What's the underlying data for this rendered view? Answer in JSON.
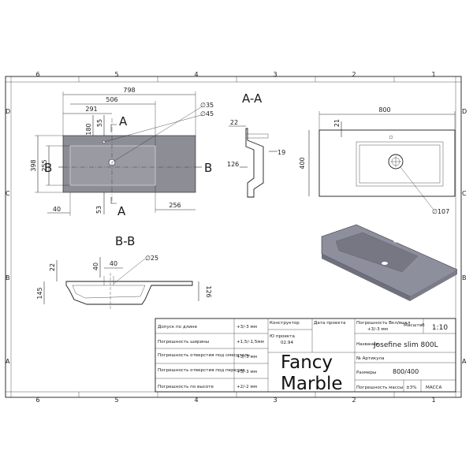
{
  "frame": {
    "columns": [
      "6",
      "5",
      "4",
      "3",
      "2",
      "1"
    ],
    "rows": [
      "D",
      "C",
      "B",
      "A"
    ]
  },
  "top_view": {
    "dims": {
      "overall_width": "798",
      "w506": "506",
      "w291": "291",
      "h180": "180",
      "h55": "55",
      "h398": "398",
      "h255": "255",
      "w40": "40",
      "h53": "53",
      "w256": "256",
      "d35": "∅35",
      "d45": "∅45"
    },
    "section_marks": {
      "a": "A",
      "b": "B"
    }
  },
  "section_aa": {
    "title": "A-A",
    "dims": {
      "d22": "22",
      "d19": "19",
      "d126": "126"
    }
  },
  "right_view": {
    "dims": {
      "w800": "800",
      "h21": "21",
      "h400": "400",
      "d107": "∅107"
    }
  },
  "section_bb": {
    "title": "B-B",
    "dims": {
      "d22": "22",
      "d40a": "40",
      "d40b": "40",
      "d25": "∅25",
      "d145": "145",
      "d126": "126"
    }
  },
  "title_block": {
    "tolerances": [
      {
        "label": "Допуск по длине",
        "value": "+3/-3 мм"
      },
      {
        "label": "Погрешность ширины",
        "value": "+1,5/-1,5мм"
      },
      {
        "label": "Погрешность отверстия под смеситель",
        "value": "+3/-3 мм"
      },
      {
        "label": "Погрешность отверстия под перелив",
        "value": "+3/-3 мм"
      },
      {
        "label": "Погрешность по высоте",
        "value": "+2/-2 мм"
      }
    ],
    "constructor_label": "Конструктор",
    "date_label": "Дата проекта",
    "doc_label": "Ю проекта",
    "doc_value": "02.94",
    "brand_line1": "Fancy",
    "brand_line2": "Marble",
    "accuracy_label": "Погрешность Вкл/выкл",
    "accuracy_value": "+3/-3 мм",
    "scale_label": "Масштаб",
    "scale_value": "1:10",
    "name_label": "Название",
    "name_value": "Josefine slim 800L",
    "article_label": "№ Артикула",
    "size_label": "Размеры",
    "size_value": "800/400",
    "mass_tol_label": "Погрешность массы",
    "mass_tol_value": "±3%",
    "mass_label": "МАССА"
  },
  "colors": {
    "basin_fill": "#8d8d96",
    "basin_inner": "#9a9aa3",
    "basin_3d_top": "#8e8f9c",
    "basin_3d_shade": "#6f707d",
    "frame_line": "#1a1a1a"
  }
}
